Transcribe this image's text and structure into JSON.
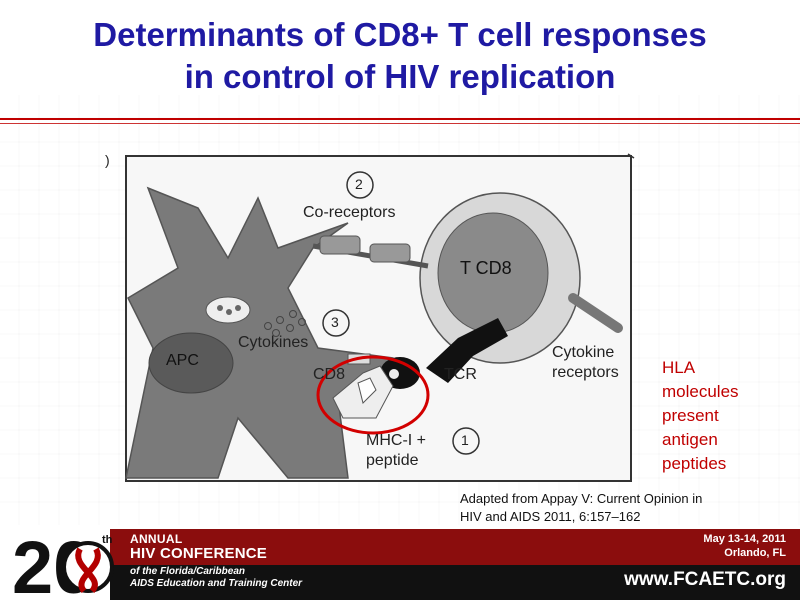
{
  "slide": {
    "title_line1": "Determinants of CD8+ T cell responses",
    "title_line2": "in control of HIV replication"
  },
  "figure": {
    "labels": {
      "co_receptors": "Co-receptors",
      "cytokines": "Cytokines",
      "apc": "APC",
      "t_cd8": "T CD8",
      "cd8": "CD8",
      "tcr": "TCR",
      "cytokine_receptors_1": "Cytokine",
      "cytokine_receptors_2": "receptors",
      "mhc_1": "MHC-I +",
      "mhc_2": "peptide",
      "num_1": "1",
      "num_2": "2",
      "num_3": "3",
      "corner_mark": ")"
    }
  },
  "note": {
    "line1": "HLA",
    "line2": "molecules",
    "line3": "present",
    "line4": "antigen",
    "line5": "peptides"
  },
  "citation": {
    "line1": "Adapted from Appay V: Current Opinion in",
    "line2": "HIV and AIDS 2011, 6:157–162"
  },
  "footer": {
    "logo_number": "20",
    "logo_superscript": "th",
    "annual": "ANNUAL",
    "conference": "HIV CONFERENCE",
    "org_line1": "of the Florida/Caribbean",
    "org_line2": "AIDS Education and Training Center",
    "dates": "May 13-14, 2011",
    "city": "Orlando, FL",
    "url": "www.FCAETC.org"
  },
  "colors": {
    "title": "#1f1aa3",
    "accent_red": "#c00000",
    "footer_red": "#8b0d0d",
    "figure_gray": "#7a7a7a"
  }
}
